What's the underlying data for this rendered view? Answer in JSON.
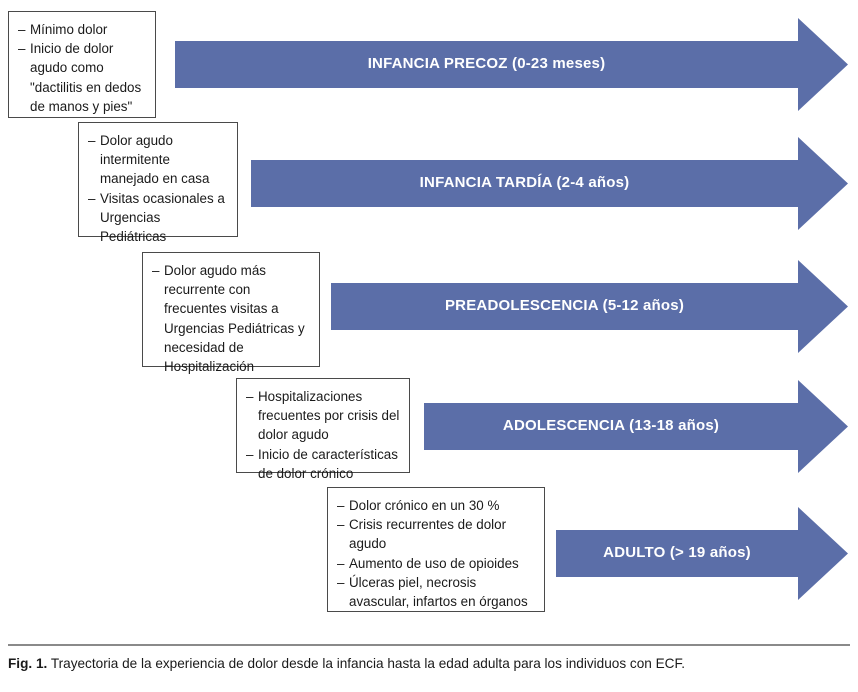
{
  "figure": {
    "caption_label": "Fig. 1.",
    "caption_text": "Trayectoria de la experiencia de dolor desde la infancia hasta la edad adulta para los individuos con ECF.",
    "accent_color": "#5b6ea8",
    "box_border_color": "#4a4a4a",
    "label_text_color": "#ffffff"
  },
  "stages": [
    {
      "id": "infancia-precoz",
      "arrow_label": "INFANCIA PRECOZ (0-23 meses)",
      "arrow_label_name": "INFANCIA PRECOZ",
      "arrow_label_age": "(0-23 meses)",
      "notes": [
        "Mínimo dolor",
        "Inicio de dolor agudo como \"dactilitis en dedos de manos y pies\""
      ]
    },
    {
      "id": "infancia-tardia",
      "arrow_label": "INFANCIA TARDÍA (2-4 años)",
      "arrow_label_name": "INFANCIA TARDÍA",
      "arrow_label_age": "(2-4 años)",
      "notes": [
        "Dolor agudo intermitente manejado en casa",
        "Visitas ocasionales a Urgencias Pediátricas"
      ]
    },
    {
      "id": "preadolescencia",
      "arrow_label": "PREADOLESCENCIA (5-12 años)",
      "arrow_label_name": "PREADOLESCENCIA",
      "arrow_label_age": "(5-12 años)",
      "notes": [
        "Dolor agudo más recurrente con frecuentes visitas a Urgencias Pediátricas y necesidad de Hospitalización"
      ]
    },
    {
      "id": "adolescencia",
      "arrow_label": "ADOLESCENCIA (13-18 años)",
      "arrow_label_name": "ADOLESCENCIA",
      "arrow_label_age": "(13-18 años)",
      "notes": [
        "Hospitalizaciones frecuentes por crisis del dolor agudo",
        "Inicio de características de dolor crónico"
      ]
    },
    {
      "id": "adulto",
      "arrow_label": "ADULTO (> 19 años)",
      "arrow_label_name": "ADULTO",
      "arrow_label_age": "(> 19 años)",
      "notes": [
        "Dolor crónico en un 30 %",
        "Crisis recurrentes de dolor agudo",
        "Aumento de uso de opioides",
        "Úlceras piel, necrosis avascular, infartos en órganos"
      ]
    }
  ]
}
